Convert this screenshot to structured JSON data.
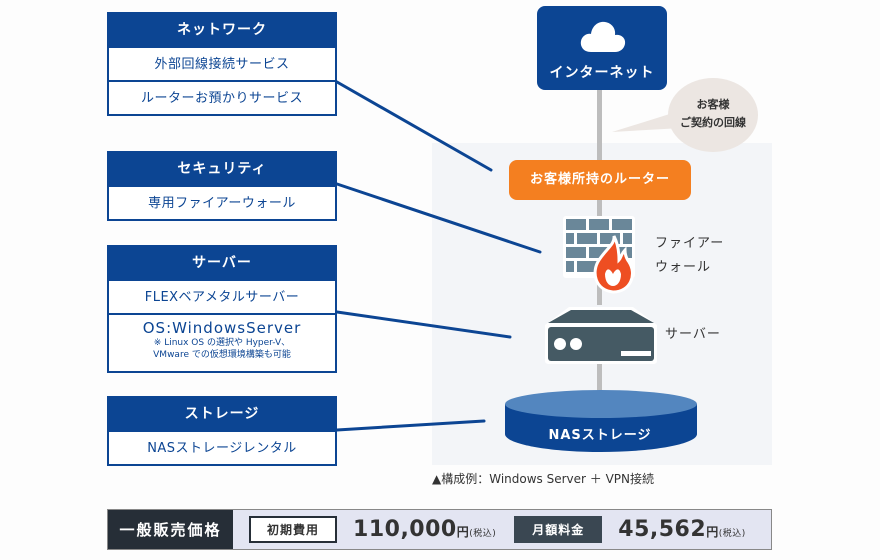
{
  "services": [
    {
      "category": "ネットワーク",
      "items": [
        "外部回線接続サービス",
        "ルーターお預かりサービス"
      ]
    },
    {
      "category": "セキュリティ",
      "items": [
        "専用ファイアーウォール"
      ]
    },
    {
      "category": "サーバー",
      "items": [
        "FLEXベアメタルサーバー"
      ],
      "os_item": {
        "title": "OS:WindowsServer",
        "note_line1": "※ Linux OS の選択や Hyper-V、",
        "note_line2": "VMware での仮想環境構築も可能"
      }
    },
    {
      "category": "ストレージ",
      "items": [
        "NASストレージレンタル"
      ]
    }
  ],
  "diagram": {
    "internet_label": "インターネット",
    "bubble_line1": "お客様",
    "bubble_line2": "ご契約の回線",
    "router_label": "お客様所持のルーター",
    "firewall_label_line1": "ファイアー",
    "firewall_label_line2": "ウォール",
    "server_label": "サーバー",
    "nas_label": "NASストレージ",
    "caption": "▲構成例：Windows Server ＋ VPN接続"
  },
  "pricing": {
    "title": "一般販売価格",
    "initial_label": "初期費用",
    "initial_amount": "110,000",
    "monthly_label": "月額料金",
    "monthly_amount": "45,562",
    "yen": "円",
    "tax": "(税込)"
  },
  "colors": {
    "brand_blue": "#0c4593",
    "router_orange": "#f47f20",
    "flame_red": "#ee4e22",
    "device_gray": "#455a64",
    "brick_gray": "#6a8799",
    "nas_top": "#5386bf",
    "price_dark": "#262e37"
  }
}
